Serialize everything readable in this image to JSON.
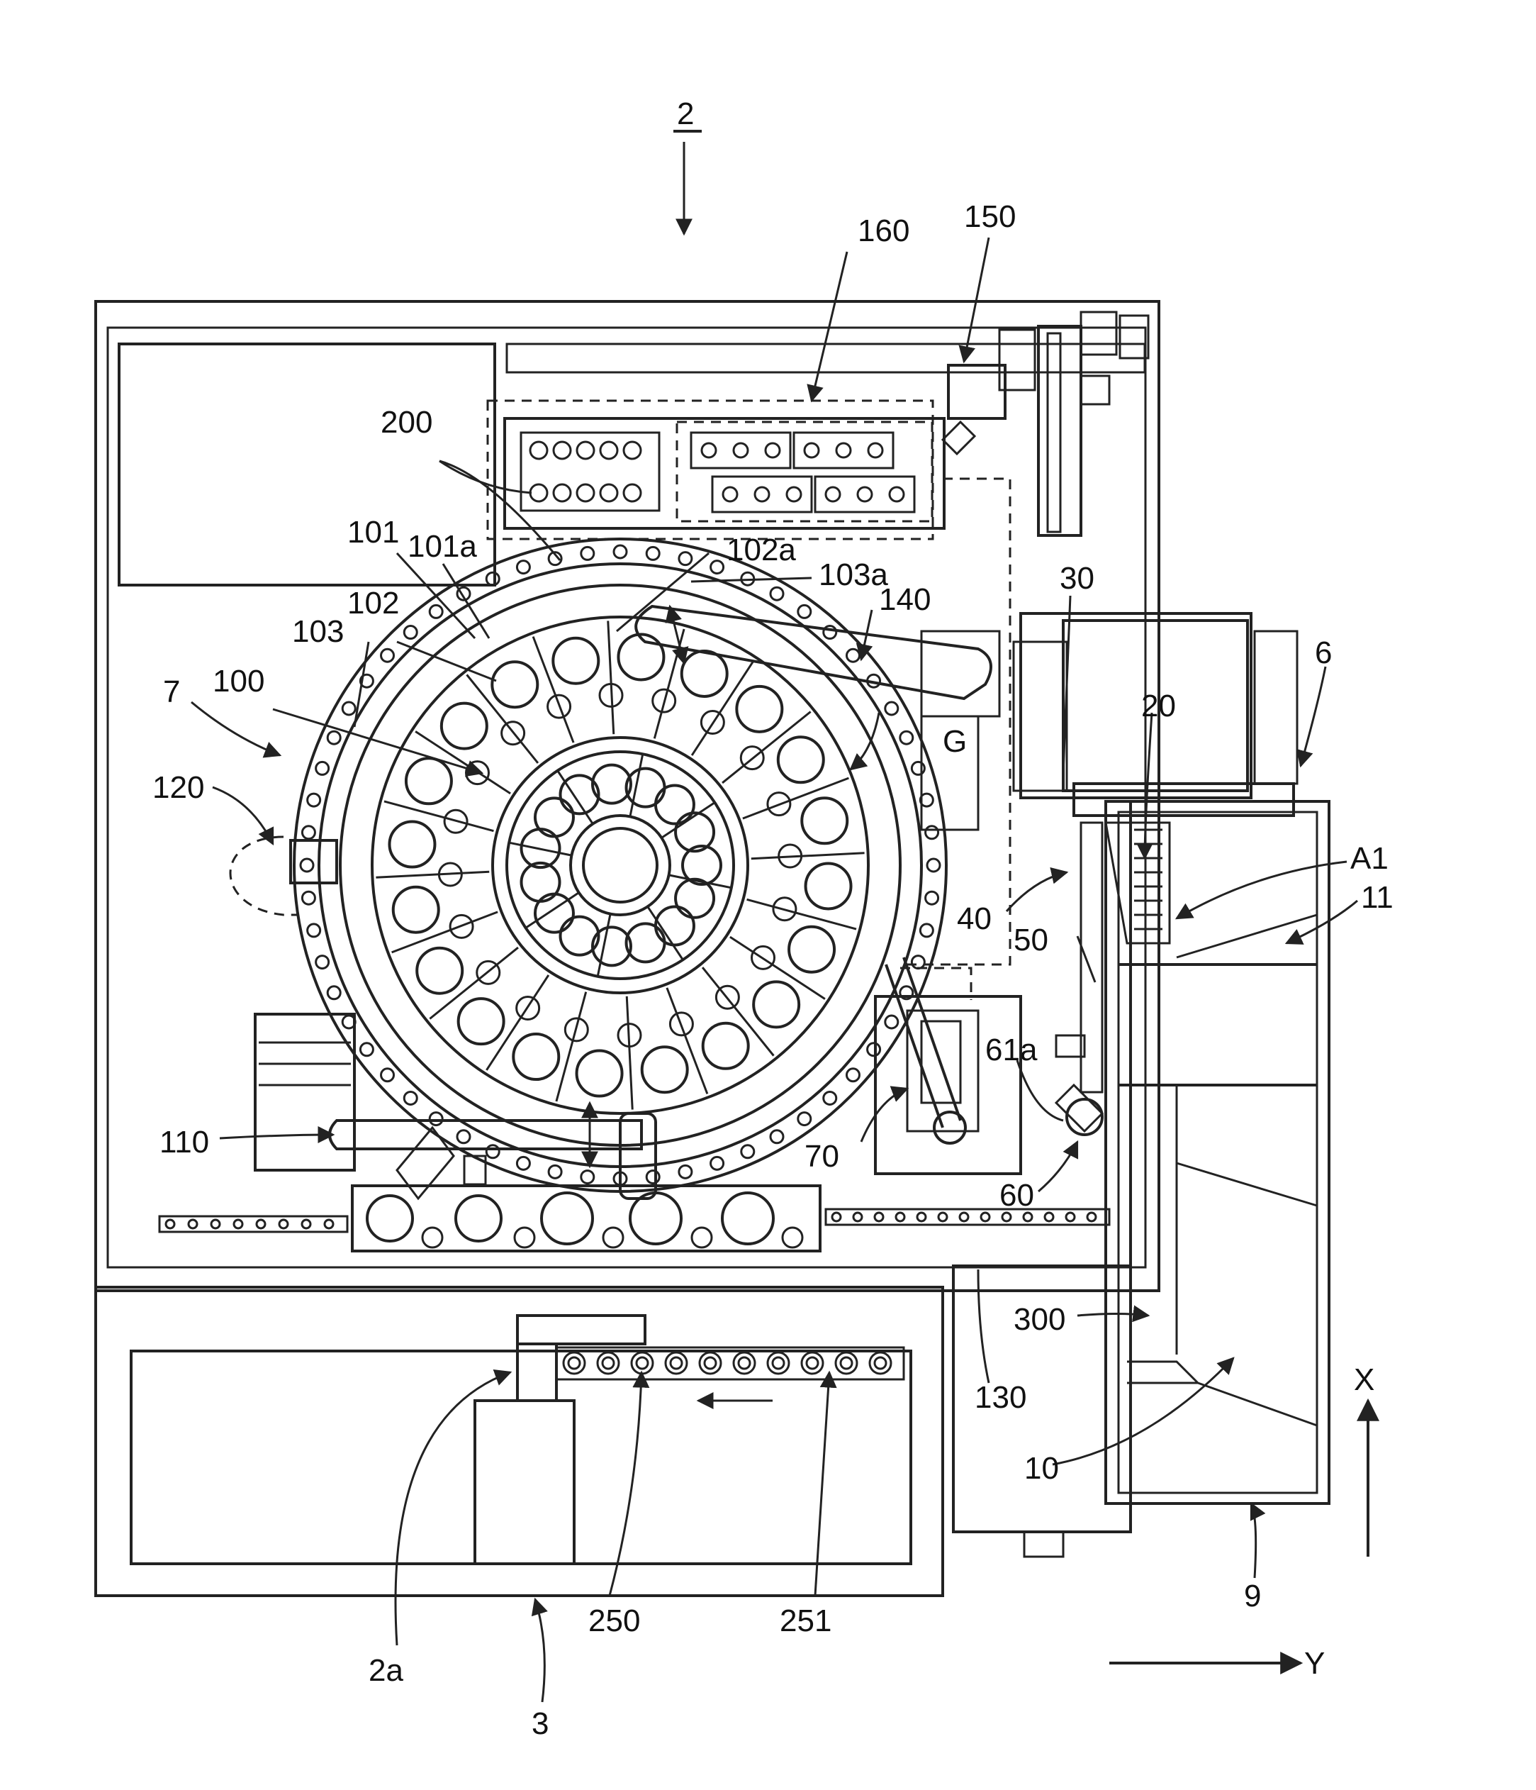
{
  "labels": {
    "l_2": "2",
    "l_160": "160",
    "l_150": "150",
    "l_200": "200",
    "l_101": "101",
    "l_101a": "101a",
    "l_102a": "102a",
    "l_103a": "103a",
    "l_140": "140",
    "l_30": "30",
    "l_103": "103",
    "l_102": "102",
    "l_7": "7",
    "l_100": "100",
    "l_6": "6",
    "l_20": "20",
    "l_G": "G",
    "l_120": "120",
    "l_A1": "A1",
    "l_11": "11",
    "l_40": "40",
    "l_50": "50",
    "l_61a": "61a",
    "l_110": "110",
    "l_70": "70",
    "l_60": "60",
    "l_300": "300",
    "l_130": "130",
    "l_X": "X",
    "l_10": "10",
    "l_9": "9",
    "l_250": "250",
    "l_251": "251",
    "l_2a": "2a",
    "l_3": "3",
    "l_Y": "Y"
  },
  "colors": {
    "line": "#222222",
    "background": "#ffffff"
  }
}
